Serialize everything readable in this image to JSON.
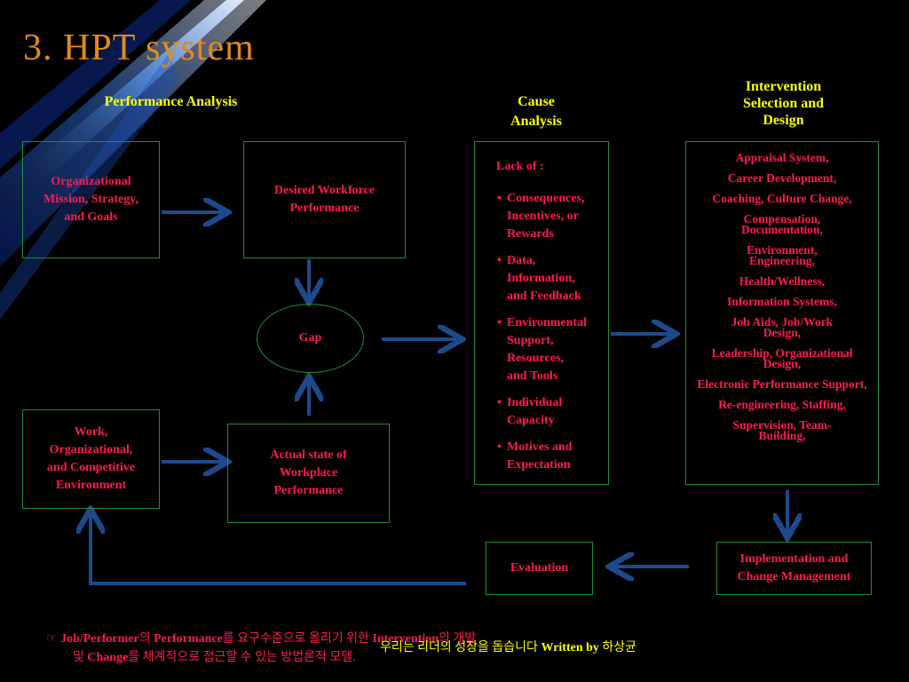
{
  "title": "3. HPT system",
  "headers": {
    "performance_analysis": "Performance Analysis",
    "cause_analysis_line1": "Cause",
    "cause_analysis_line2": "Analysis",
    "intervention_line1": "Intervention",
    "intervention_line2": "Selection and",
    "intervention_line3": "Design"
  },
  "boxes": {
    "org_mission": [
      "Organizational",
      "Mission, Strategy,",
      "and Goals"
    ],
    "desired": [
      "Desired Workforce",
      "Performance"
    ],
    "gap": "Gap",
    "work_env": [
      "Work,",
      "Organizational,",
      "and Competitive",
      "Environment"
    ],
    "actual": [
      "Actual state of",
      "Workplace",
      "Performance"
    ],
    "evaluation": "Evaluation",
    "implementation": [
      "Implementation and",
      "Change Management"
    ]
  },
  "cause": {
    "lack_of": "Lack of :",
    "items": [
      [
        "Consequences,",
        "Incentives, or",
        "Rewards"
      ],
      [
        "Data,",
        "Information,",
        "and Feedback"
      ],
      [
        "Environmental",
        "Support,",
        "Resources,",
        "and Tools"
      ],
      [
        "Individual",
        "Capacity"
      ],
      [
        "Motives and",
        "Expectation"
      ]
    ]
  },
  "interventions": [
    "Appraisal System,",
    "Career Development,",
    "Coaching, Culture Change,",
    "Compensation, Documentation,",
    "Environment, Engineering,",
    "Health/Wellness,",
    "Information Systems,",
    "Job Aids, Job/Work Design,",
    "Leadership, Organizational Design,",
    "Electronic Performance Support,",
    "Re-engineering, Staffing,",
    "Supervision, Team-Building,"
  ],
  "footer": {
    "bullet": "☞",
    "line1_a": "Job/Performer",
    "line1_b": "의 ",
    "line1_c": "Performance",
    "line1_d": "를 요구수준으로 올리기 위한 ",
    "line1_e": "Intervention",
    "line1_f": "의 개발",
    "line2_a": "및 ",
    "line2_b": "Change",
    "line2_c": "를 체계적으로 접근할 수 있는 방법론적 모델.",
    "credit_a": "우리는 리더의 성장을 돕습니다 ",
    "credit_b": "Written by",
    "credit_c": " 하상균"
  },
  "colors": {
    "background": "#000000",
    "title": "#e08a1e",
    "header": "#ffff00",
    "box_text": "#ff1a50",
    "box_border": "#1f8f3a",
    "arrow": "#1e4a8c"
  }
}
